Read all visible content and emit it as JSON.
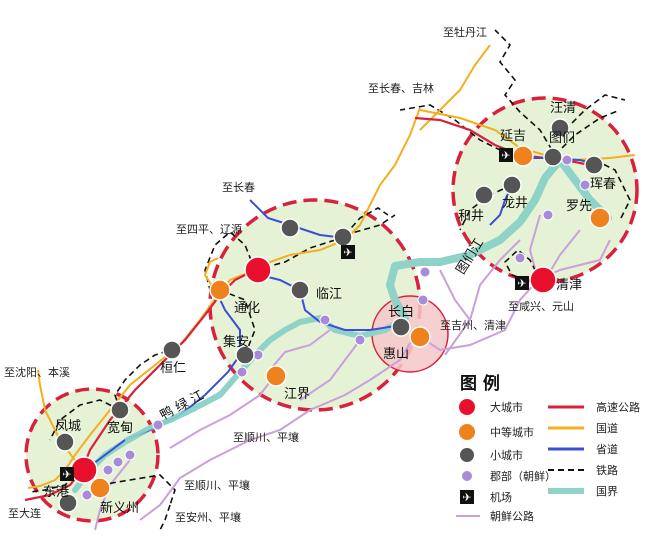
{
  "colors": {
    "big_city": "#e8102d",
    "medium_city": "#f0821e",
    "small_city": "#555555",
    "county": "#a78bd8",
    "expressway": "#d9213c",
    "national_road": "#f2b01e",
    "provincial_road": "#3b4fd6",
    "railway": "#111111",
    "border": "#8fd3c8",
    "nk_road": "#c9a0d8",
    "circle_fill": "#e6f2d5",
    "circle_edge": "#d9213c"
  },
  "cities": {
    "yanji": "延吉",
    "wangqing": "汪清",
    "tumen": "图们",
    "hunchun": "珲春",
    "longjing": "龙井",
    "helong": "和井",
    "luoxian": "罗先",
    "qingjin": "清津",
    "tonghua": "通化",
    "linjiang": "临江",
    "jian": "集安",
    "changbai": "长白",
    "huishan": "惠山",
    "jiangjie": "江界",
    "huanren": "桓仁",
    "kuandian": "宽甸",
    "fengcheng": "凤城",
    "dandong": "东港",
    "xinyizhou": "新义州"
  },
  "river_labels": {
    "tumen_river": "图们江",
    "yalu_river": "鸭 绿 江"
  },
  "directions": {
    "mudanjiang": "至牡丹江",
    "changchun_jilin": "至长春、吉林",
    "changchun": "至长春",
    "siping_liaoyuan": "至四平、辽源",
    "jizhou_qingjin": "至吉州、清津",
    "xianxing_yuanshan": "至咸兴、元山",
    "shenyang_benxi": "至沈阳、本溪",
    "dalian": "至大连",
    "shunchuan_pingrang_1": "至顺川、平壤",
    "shunchuan_pingrang_2": "至顺川、平壤",
    "anzhou_pingrang": "至安州、平壤"
  },
  "legend": {
    "title": "图 例",
    "big_city": "大城市",
    "medium_city": "中等城市",
    "small_city": "小城市",
    "county": "郡部（朝鲜）",
    "airport": "机场",
    "nk_road": "朝鲜公路",
    "expressway": "高速公路",
    "national_road": "国道",
    "provincial_road": "省道",
    "railway": "铁路",
    "border": "国界"
  }
}
